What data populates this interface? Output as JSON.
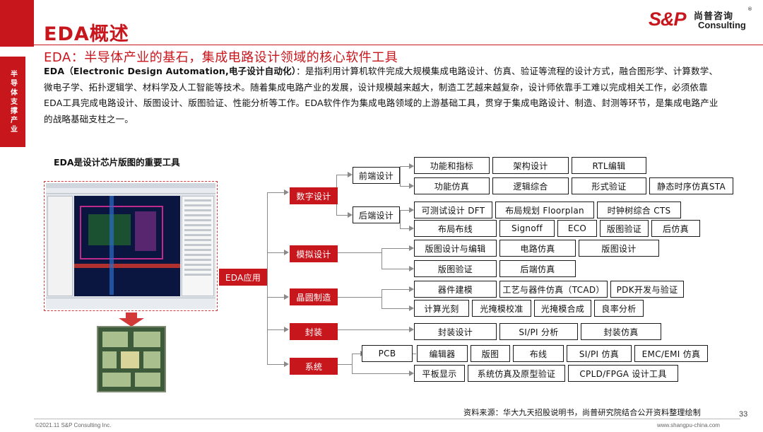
{
  "side_tab": "半导体支撑产业",
  "title": "EDA概述",
  "logo": {
    "mark": "S&P",
    "cn": "尚普咨询",
    "en": "Consulting",
    "reg": "®"
  },
  "subtitle": "EDA：半导体产业的基石，集成电路设计领域的核心软件工具",
  "intro": {
    "lead": "EDA（Electronic Design Automation,电子设计自动化）",
    "body": "：是指利用计算机软件完成大规模集成电路设计、仿真、验证等流程的设计方式，融合图形学、计算数学、微电子学、拓扑逻辑学、材料学及人工智能等技术。随着集成电路产业的发展，设计规模越来越大，制造工艺越来越复杂，设计师依靠手工难以完成相关工作，必须依靠EDA工具完成电路设计、版图设计、版图验证、性能分析等工作。EDA软件作为集成电路领域的上游基础工具，贯穿于集成电路设计、制造、封测等环节，是集成电路产业的战略基础支柱之一。"
  },
  "diagram_label": "EDA是设计芯片版图的重要工具",
  "tree": {
    "root": "EDA应用",
    "digital": "数字设计",
    "frontend": "前端设计",
    "backend": "后端设计",
    "analog": "模拟设计",
    "wafer": "晶圆制造",
    "package": "封装",
    "system": "系统",
    "pcb": "PCB",
    "fe": [
      "功能和指标",
      "架构设计",
      "RTL编辑",
      "功能仿真",
      "逻辑综合",
      "形式验证",
      "静态时序仿真STA"
    ],
    "be": [
      "可测试设计 DFT",
      "布局规划 Floorplan",
      "时钟树综合 CTS",
      "布局布线",
      "Signoff",
      "ECO",
      "版图验证",
      "后仿真"
    ],
    "an": [
      "版图设计与编辑",
      "电路仿真",
      "版图设计",
      "版图验证",
      "后端仿真"
    ],
    "wf": [
      "器件建模",
      "工艺与器件仿真（TCAD）",
      "PDK开发与验证",
      "计算光刻",
      "光掩模校准",
      "光掩模合成",
      "良率分析"
    ],
    "pk": [
      "封装设计",
      "SI/PI 分析",
      "封装仿真"
    ],
    "sy": [
      "编辑器",
      "版图",
      "布线",
      "SI/PI 仿真",
      "EMC/EMI 仿真",
      "平板显示",
      "系统仿真及原型验证",
      "CPLD/FPGA 设计工具"
    ]
  },
  "source": "资料来源：华大九天招股说明书，尚普研究院结合公开资料整理绘制",
  "page_number": "33",
  "footer_left": "©2021.11  S&P Consulting Inc.",
  "footer_right": "www.shangpu-china.com",
  "colors": {
    "accent": "#c8161d"
  }
}
